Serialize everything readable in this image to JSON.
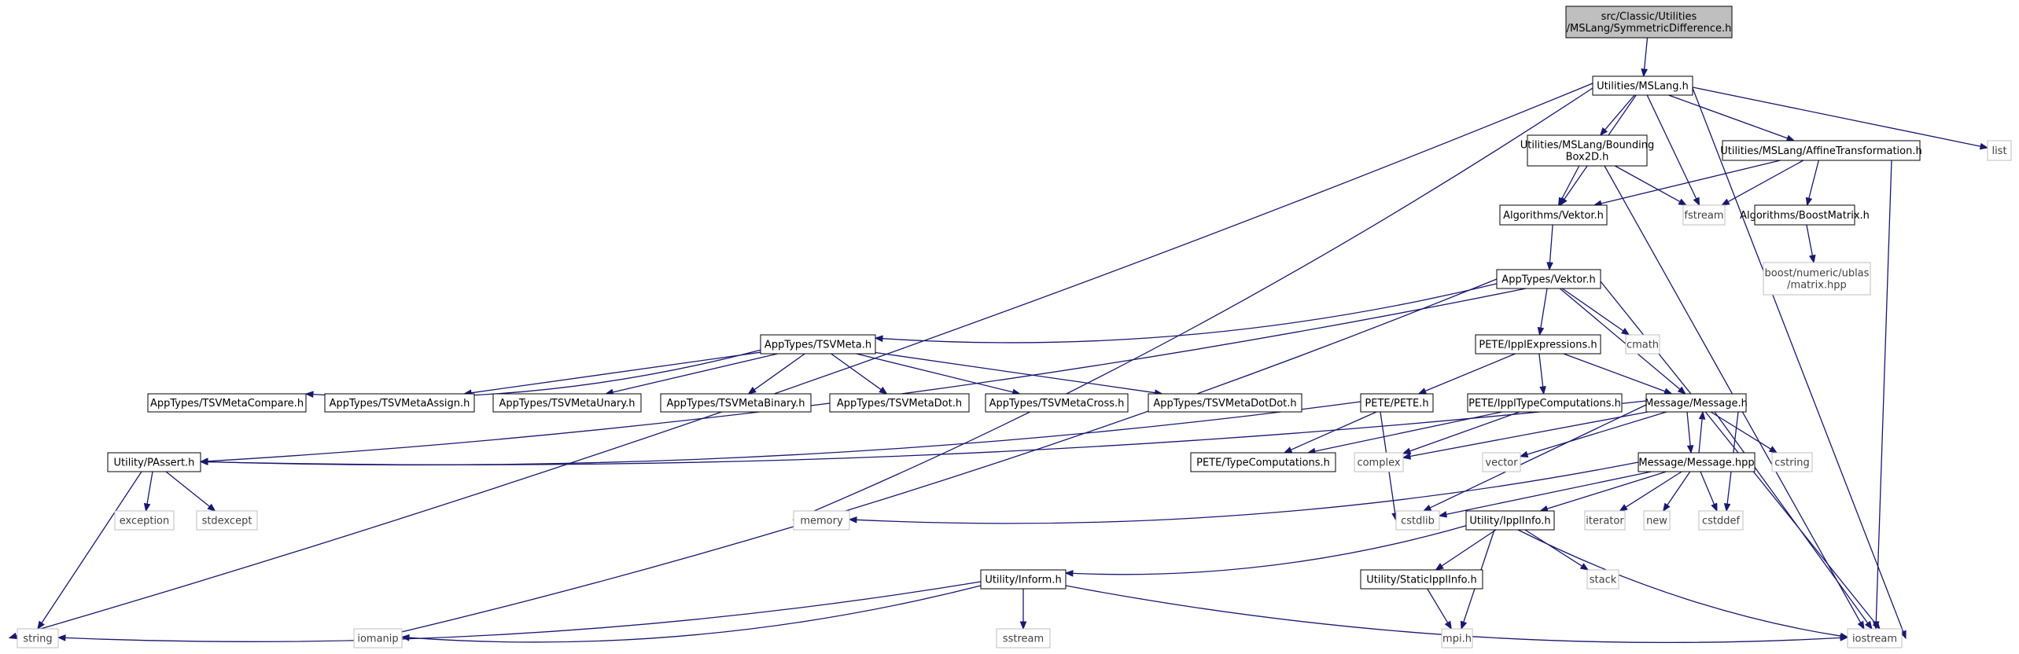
{
  "nodes": [
    {
      "id": "root",
      "lines": [
        "src/Classic/Utilities",
        "/MSLang/SymmetricDifference.h"
      ],
      "style": "root"
    },
    {
      "id": "mslang",
      "lines": [
        "Utilities/MSLang.h"
      ],
      "style": "internal"
    },
    {
      "id": "bbox",
      "lines": [
        "Utilities/MSLang/Bounding",
        "Box2D.h"
      ],
      "style": "internal"
    },
    {
      "id": "affine",
      "lines": [
        "Utilities/MSLang/AffineTransformation.h"
      ],
      "style": "internal"
    },
    {
      "id": "list",
      "lines": [
        "list"
      ],
      "style": "external"
    },
    {
      "id": "algvektor",
      "lines": [
        "Algorithms/Vektor.h"
      ],
      "style": "internal"
    },
    {
      "id": "fstream",
      "lines": [
        "fstream"
      ],
      "style": "external"
    },
    {
      "id": "boostmatrix",
      "lines": [
        "Algorithms/BoostMatrix.h"
      ],
      "style": "internal"
    },
    {
      "id": "ublas",
      "lines": [
        "boost/numeric/ublas",
        "/matrix.hpp"
      ],
      "style": "external"
    },
    {
      "id": "appvektor",
      "lines": [
        "AppTypes/Vektor.h"
      ],
      "style": "internal"
    },
    {
      "id": "tsvmeta",
      "lines": [
        "AppTypes/TSVMeta.h"
      ],
      "style": "internal"
    },
    {
      "id": "ipplexpr",
      "lines": [
        "PETE/IpplExpressions.h"
      ],
      "style": "internal"
    },
    {
      "id": "cmath",
      "lines": [
        "cmath"
      ],
      "style": "external"
    },
    {
      "id": "tsvcompare",
      "lines": [
        "AppTypes/TSVMetaCompare.h"
      ],
      "style": "internal"
    },
    {
      "id": "tsvassign",
      "lines": [
        "AppTypes/TSVMetaAssign.h"
      ],
      "style": "internal"
    },
    {
      "id": "tsvunary",
      "lines": [
        "AppTypes/TSVMetaUnary.h"
      ],
      "style": "internal"
    },
    {
      "id": "tsvbinary",
      "lines": [
        "AppTypes/TSVMetaBinary.h"
      ],
      "style": "internal"
    },
    {
      "id": "tsvdot",
      "lines": [
        "AppTypes/TSVMetaDot.h"
      ],
      "style": "internal"
    },
    {
      "id": "tsvcross",
      "lines": [
        "AppTypes/TSVMetaCross.h"
      ],
      "style": "internal"
    },
    {
      "id": "tsvdotdot",
      "lines": [
        "AppTypes/TSVMetaDotDot.h"
      ],
      "style": "internal"
    },
    {
      "id": "pete",
      "lines": [
        "PETE/PETE.h"
      ],
      "style": "internal"
    },
    {
      "id": "ippltypecomp",
      "lines": [
        "PETE/IpplTypeComputations.h"
      ],
      "style": "internal"
    },
    {
      "id": "messageh",
      "lines": [
        "Message/Message.h"
      ],
      "style": "internal"
    },
    {
      "id": "passert",
      "lines": [
        "Utility/PAssert.h"
      ],
      "style": "internal"
    },
    {
      "id": "typecomp",
      "lines": [
        "PETE/TypeComputations.h"
      ],
      "style": "internal"
    },
    {
      "id": "complex",
      "lines": [
        "complex"
      ],
      "style": "external"
    },
    {
      "id": "vector",
      "lines": [
        "vector"
      ],
      "style": "external"
    },
    {
      "id": "messagehpp",
      "lines": [
        "Message/Message.hpp"
      ],
      "style": "internal"
    },
    {
      "id": "cstring",
      "lines": [
        "cstring"
      ],
      "style": "external"
    },
    {
      "id": "exception",
      "lines": [
        "exception"
      ],
      "style": "external"
    },
    {
      "id": "stdexcept",
      "lines": [
        "stdexcept"
      ],
      "style": "external"
    },
    {
      "id": "memory",
      "lines": [
        "memory"
      ],
      "style": "external"
    },
    {
      "id": "cstdlib",
      "lines": [
        "cstdlib"
      ],
      "style": "external"
    },
    {
      "id": "ipplinfo",
      "lines": [
        "Utility/IpplInfo.h"
      ],
      "style": "internal"
    },
    {
      "id": "iterator",
      "lines": [
        "iterator"
      ],
      "style": "external"
    },
    {
      "id": "new",
      "lines": [
        "new"
      ],
      "style": "external"
    },
    {
      "id": "cstddef",
      "lines": [
        "cstddef"
      ],
      "style": "external"
    },
    {
      "id": "inform",
      "lines": [
        "Utility/Inform.h"
      ],
      "style": "internal"
    },
    {
      "id": "staticipplinfo",
      "lines": [
        "Utility/StaticIpplInfo.h"
      ],
      "style": "internal"
    },
    {
      "id": "stack",
      "lines": [
        "stack"
      ],
      "style": "external"
    },
    {
      "id": "string",
      "lines": [
        "string"
      ],
      "style": "external"
    },
    {
      "id": "iomanip",
      "lines": [
        "iomanip"
      ],
      "style": "external"
    },
    {
      "id": "sstream",
      "lines": [
        "sstream"
      ],
      "style": "external"
    },
    {
      "id": "mpih",
      "lines": [
        "mpi.h"
      ],
      "style": "external"
    },
    {
      "id": "iostream",
      "lines": [
        "iostream"
      ],
      "style": "external"
    }
  ],
  "edges": [
    [
      "root",
      "mslang"
    ],
    [
      "mslang",
      "bbox"
    ],
    [
      "mslang",
      "affine"
    ],
    [
      "mslang",
      "list"
    ],
    [
      "mslang",
      "algvektor"
    ],
    [
      "mslang",
      "fstream"
    ],
    [
      "mslang",
      "iostream"
    ],
    [
      "mslang",
      "string"
    ],
    [
      "mslang",
      "memory"
    ],
    [
      "bbox",
      "algvektor"
    ],
    [
      "bbox",
      "fstream"
    ],
    [
      "bbox",
      "iostream"
    ],
    [
      "affine",
      "algvektor"
    ],
    [
      "affine",
      "fstream"
    ],
    [
      "affine",
      "boostmatrix"
    ],
    [
      "affine",
      "iostream"
    ],
    [
      "boostmatrix",
      "ublas"
    ],
    [
      "algvektor",
      "appvektor"
    ],
    [
      "appvektor",
      "tsvmeta"
    ],
    [
      "appvektor",
      "ipplexpr"
    ],
    [
      "appvektor",
      "cmath"
    ],
    [
      "appvektor",
      "messageh"
    ],
    [
      "appvektor",
      "passert"
    ],
    [
      "appvektor",
      "iomanip"
    ],
    [
      "appvektor",
      "iostream"
    ],
    [
      "tsvmeta",
      "tsvcompare"
    ],
    [
      "tsvmeta",
      "tsvassign"
    ],
    [
      "tsvmeta",
      "tsvunary"
    ],
    [
      "tsvmeta",
      "tsvbinary"
    ],
    [
      "tsvmeta",
      "tsvdot"
    ],
    [
      "tsvmeta",
      "tsvcross"
    ],
    [
      "tsvmeta",
      "tsvdotdot"
    ],
    [
      "ipplexpr",
      "pete"
    ],
    [
      "ipplexpr",
      "ippltypecomp"
    ],
    [
      "ipplexpr",
      "messageh"
    ],
    [
      "pete",
      "passert"
    ],
    [
      "pete",
      "typecomp"
    ],
    [
      "pete",
      "cstdlib"
    ],
    [
      "ippltypecomp",
      "typecomp"
    ],
    [
      "ippltypecomp",
      "complex"
    ],
    [
      "messageh",
      "messagehpp"
    ],
    [
      "messageh",
      "complex"
    ],
    [
      "messageh",
      "vector"
    ],
    [
      "messageh",
      "cstring"
    ],
    [
      "messageh",
      "cstddef"
    ],
    [
      "messageh",
      "cstdlib"
    ],
    [
      "messageh",
      "iostream"
    ],
    [
      "messageh",
      "passert"
    ],
    [
      "messagehpp",
      "messageh"
    ],
    [
      "messagehpp",
      "memory"
    ],
    [
      "messagehpp",
      "cstdlib"
    ],
    [
      "messagehpp",
      "ipplinfo"
    ],
    [
      "messagehpp",
      "iterator"
    ],
    [
      "messagehpp",
      "new"
    ],
    [
      "messagehpp",
      "cstddef"
    ],
    [
      "passert",
      "exception"
    ],
    [
      "passert",
      "stdexcept"
    ],
    [
      "passert",
      "string"
    ],
    [
      "ipplinfo",
      "inform"
    ],
    [
      "ipplinfo",
      "staticipplinfo"
    ],
    [
      "ipplinfo",
      "stack"
    ],
    [
      "ipplinfo",
      "mpih"
    ],
    [
      "ipplinfo",
      "iostream"
    ],
    [
      "inform",
      "string"
    ],
    [
      "inform",
      "iomanip"
    ],
    [
      "inform",
      "sstream"
    ],
    [
      "inform",
      "iostream"
    ],
    [
      "staticipplinfo",
      "mpih"
    ]
  ]
}
